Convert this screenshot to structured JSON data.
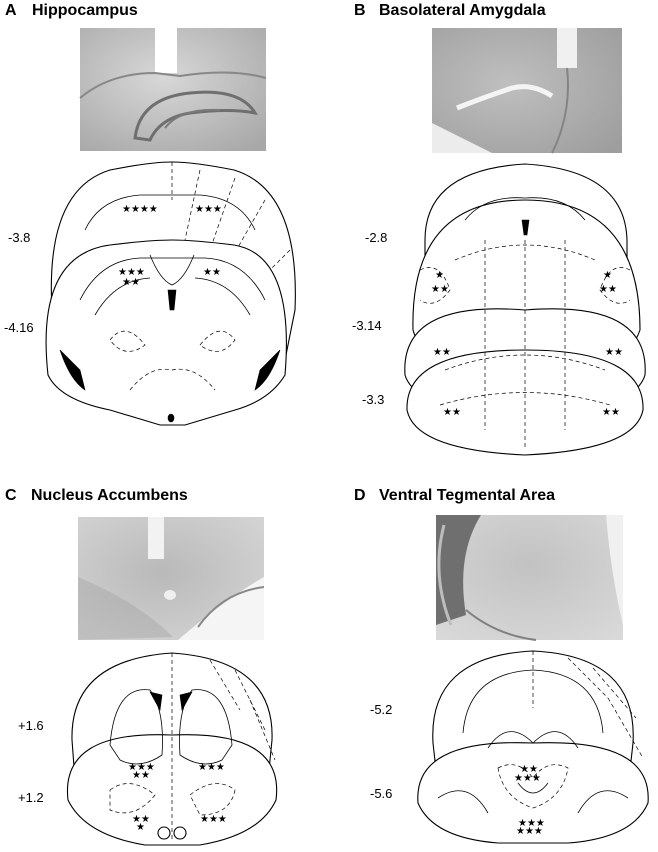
{
  "panels": [
    {
      "letter": "A",
      "title": "Hippocampus",
      "coords": [
        "-3.8",
        "-4.16"
      ]
    },
    {
      "letter": "B",
      "title": "Basolateral Amygdala",
      "coords": [
        "-2.8",
        "-3.14",
        "-3.3"
      ]
    },
    {
      "letter": "C",
      "title": "Nucleus Accumbens",
      "coords": [
        "+1.6",
        "+1.2"
      ]
    },
    {
      "letter": "D",
      "title": "Ventral Tegmental Area",
      "coords": [
        "-5.2",
        "-5.6"
      ]
    }
  ],
  "colors": {
    "micrograph_light": "#c9c9c9",
    "micrograph_dark": "#8a8a8a",
    "ink": "#000000"
  }
}
